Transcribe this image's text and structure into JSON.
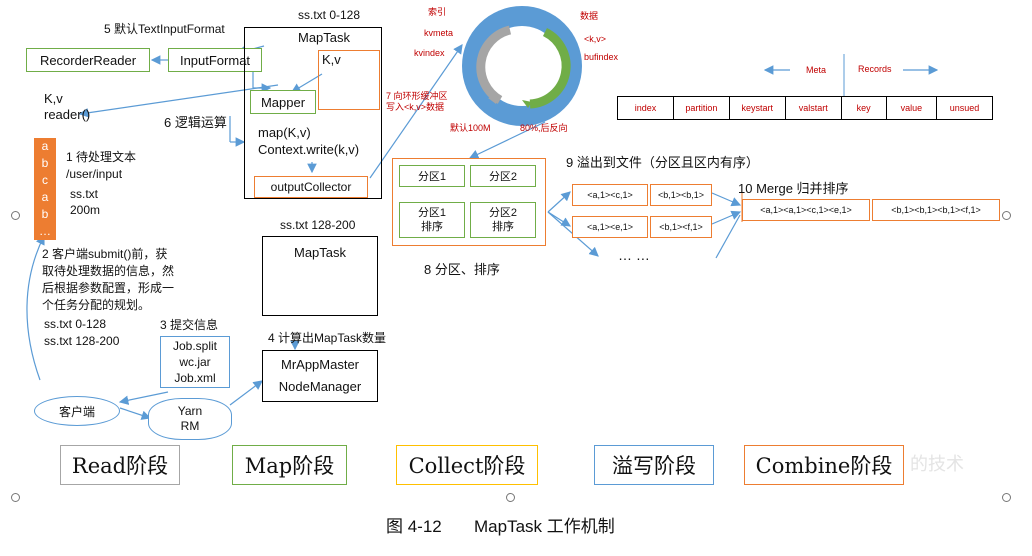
{
  "labels": {
    "step5": "5 默认TextInputFormat",
    "split1": "ss.txt 0-128",
    "split2": "ss.txt 128-200",
    "recorder_reader": "RecorderReader",
    "input_format": "InputFormat",
    "maptask": "MapTask",
    "maptask2": "MapTask",
    "kv_top": "K,v",
    "mapper": "Mapper",
    "step6": "6 逻辑运算",
    "map_kv": "map(K,v)",
    "context_write": "Context.write(k,v)",
    "output_collector": "outputCollector",
    "kv_left": "K,v",
    "reader": "reader()",
    "stack_letters": [
      "a",
      "b",
      "c",
      "a",
      "b",
      "…"
    ],
    "step1": "1 待处理文本",
    "path": "/user/input",
    "file_name": "ss.txt",
    "file_size": "200m",
    "step2": [
      "2 客户端submit()前，获",
      "取待处理数据的信息，然",
      "后根据参数配置，形成一",
      "个任务分配的规划。"
    ],
    "split_plan": [
      "ss.txt  0-128",
      "ss.txt  128-200"
    ],
    "step3": "3 提交信息",
    "job_files": [
      "Job.split",
      "wc.jar",
      "Job.xml"
    ],
    "step4": "4 计算出MapTask数量",
    "mr_app_master": "MrAppMaster",
    "node_manager": "NodeManager",
    "client": "客户端",
    "yarn": [
      "Yarn",
      "RM"
    ],
    "ring_index": "索引",
    "ring_kvmeta": "kvmeta",
    "ring_kvindex": "kvindex",
    "ring_data": "数据",
    "ring_kv": "<k,v>",
    "ring_bufindex": "bufindex",
    "step7": [
      "7 向环形缓冲区",
      "写入<k,v>数据"
    ],
    "default_100m": "默认100M",
    "reverse_80": "80%,后反向",
    "meta": "Meta",
    "records": "Records",
    "meta_cells": [
      "index",
      "partition",
      "keystart",
      "valstart",
      "key",
      "value",
      "unsued"
    ],
    "partition1": "分区1",
    "partition2": "分区2",
    "partition1_sort": [
      "分区1",
      "排序"
    ],
    "partition2_sort": [
      "分区2",
      "排序"
    ],
    "step8": "8 分区、排序",
    "step9": "9 溢出到文件（分区且区内有序）",
    "spill": [
      [
        "<a,1><c,1>",
        "<b,1><b,1>"
      ],
      [
        "<a,1><e,1>",
        "<b,1><f,1>"
      ]
    ],
    "ellipsis": "…  …",
    "step10": "10 Merge 归并排序",
    "merged": [
      "<a,1><a,1><c,1><e,1>",
      "<b,1><b,1><b,1><f,1>"
    ],
    "phases": [
      "Read阶段",
      "Map阶段",
      "Collect阶段",
      "溢写阶段",
      "Combine阶段"
    ],
    "watermark": "的技术",
    "caption_fig": "图 4-12",
    "caption_title": "MapTask 工作机制"
  },
  "colors": {
    "read": "#a6a6a6",
    "map": "#70ad47",
    "collect": "#ffc000",
    "spill": "#5b9bd5",
    "combine": "#ed7d31",
    "ring_outer": "#5b9bd5",
    "ring_inner": "#a5a5a5",
    "ring_green": "#70ad47",
    "annotation": "#c00000"
  }
}
